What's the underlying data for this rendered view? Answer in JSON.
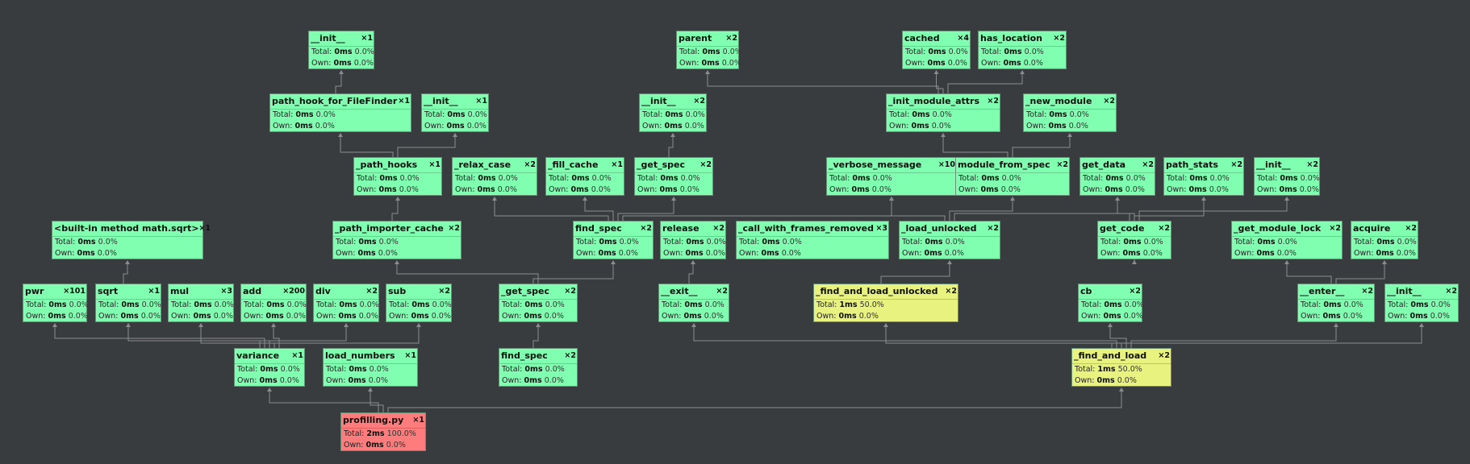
{
  "colors": {
    "background": "#393c3f",
    "node_default": "#80ffb0",
    "node_hot": "#e8f27e",
    "node_root": "#ff7c7c",
    "edge": "#8a8d90"
  },
  "nodes": [
    {
      "id": "init_a",
      "name": "__init__",
      "count": "&times;1",
      "total": "0ms",
      "total_pct": "0.0%",
      "own": "0ms",
      "own_pct": "0.0%",
      "color": "green"
    },
    {
      "id": "parent",
      "name": "parent",
      "count": "&times;2",
      "total": "0ms",
      "total_pct": "0.0%",
      "own": "0ms",
      "own_pct": "0.0%",
      "color": "green"
    },
    {
      "id": "cached",
      "name": "cached",
      "count": "&times;4",
      "total": "0ms",
      "total_pct": "0.0%",
      "own": "0ms",
      "own_pct": "0.0%",
      "color": "green"
    },
    {
      "id": "has_location",
      "name": "has_location",
      "count": "&times;2",
      "total": "0ms",
      "total_pct": "0.0%",
      "own": "0ms",
      "own_pct": "0.0%",
      "color": "green"
    },
    {
      "id": "path_hook",
      "name": "path_hook_for_FileFinder",
      "count": "&times;1",
      "total": "0ms",
      "total_pct": "0.0%",
      "own": "0ms",
      "own_pct": "0.0%",
      "color": "green"
    },
    {
      "id": "init_b",
      "name": "__init__",
      "count": "&times;1",
      "total": "0ms",
      "total_pct": "0.0%",
      "own": "0ms",
      "own_pct": "0.0%",
      "color": "green"
    },
    {
      "id": "init_c",
      "name": "__init__",
      "count": "&times;2",
      "total": "0ms",
      "total_pct": "0.0%",
      "own": "0ms",
      "own_pct": "0.0%",
      "color": "green"
    },
    {
      "id": "init_module_attrs",
      "name": "_init_module_attrs",
      "count": "&times;2",
      "total": "0ms",
      "total_pct": "0.0%",
      "own": "0ms",
      "own_pct": "0.0%",
      "color": "green"
    },
    {
      "id": "new_module",
      "name": "_new_module",
      "count": "&times;2",
      "total": "0ms",
      "total_pct": "0.0%",
      "own": "0ms",
      "own_pct": "0.0%",
      "color": "green"
    },
    {
      "id": "path_hooks",
      "name": "_path_hooks",
      "count": "&times;1",
      "total": "0ms",
      "total_pct": "0.0%",
      "own": "0ms",
      "own_pct": "0.0%",
      "color": "green"
    },
    {
      "id": "relax_case",
      "name": "_relax_case",
      "count": "&times;2",
      "total": "0ms",
      "total_pct": "0.0%",
      "own": "0ms",
      "own_pct": "0.0%",
      "color": "green"
    },
    {
      "id": "fill_cache",
      "name": "_fill_cache",
      "count": "&times;1",
      "total": "0ms",
      "total_pct": "0.0%",
      "own": "0ms",
      "own_pct": "0.0%",
      "color": "green"
    },
    {
      "id": "get_spec_a",
      "name": "_get_spec",
      "count": "&times;2",
      "total": "0ms",
      "total_pct": "0.0%",
      "own": "0ms",
      "own_pct": "0.0%",
      "color": "green"
    },
    {
      "id": "verbose_message",
      "name": "_verbose_message",
      "count": "&times;10",
      "total": "0ms",
      "total_pct": "0.0%",
      "own": "0ms",
      "own_pct": "0.0%",
      "color": "green"
    },
    {
      "id": "module_from_spec",
      "name": "module_from_spec",
      "count": "&times;2",
      "total": "0ms",
      "total_pct": "0.0%",
      "own": "0ms",
      "own_pct": "0.0%",
      "color": "green"
    },
    {
      "id": "get_data",
      "name": "get_data",
      "count": "&times;2",
      "total": "0ms",
      "total_pct": "0.0%",
      "own": "0ms",
      "own_pct": "0.0%",
      "color": "green"
    },
    {
      "id": "path_stats",
      "name": "path_stats",
      "count": "&times;2",
      "total": "0ms",
      "total_pct": "0.0%",
      "own": "0ms",
      "own_pct": "0.0%",
      "color": "green"
    },
    {
      "id": "init_d",
      "name": "__init__",
      "count": "&times;2",
      "total": "0ms",
      "total_pct": "0.0%",
      "own": "0ms",
      "own_pct": "0.0%",
      "color": "green"
    },
    {
      "id": "math_sqrt",
      "name": "<built-in method math.sqrt>",
      "count": "&times;1",
      "total": "0ms",
      "total_pct": "0.0%",
      "own": "0ms",
      "own_pct": "0.0%",
      "color": "green"
    },
    {
      "id": "path_importer_cache",
      "name": "_path_importer_cache",
      "count": "&times;2",
      "total": "0ms",
      "total_pct": "0.0%",
      "own": "0ms",
      "own_pct": "0.0%",
      "color": "green"
    },
    {
      "id": "find_spec_a",
      "name": "find_spec",
      "count": "&times;2",
      "total": "0ms",
      "total_pct": "0.0%",
      "own": "0ms",
      "own_pct": "0.0%",
      "color": "green"
    },
    {
      "id": "release",
      "name": "release",
      "count": "&times;2",
      "total": "0ms",
      "total_pct": "0.0%",
      "own": "0ms",
      "own_pct": "0.0%",
      "color": "green"
    },
    {
      "id": "call_with_frames",
      "name": "_call_with_frames_removed",
      "count": "&times;3",
      "total": "0ms",
      "total_pct": "0.0%",
      "own": "0ms",
      "own_pct": "0.0%",
      "color": "green"
    },
    {
      "id": "load_unlocked",
      "name": "_load_unlocked",
      "count": "&times;2",
      "total": "0ms",
      "total_pct": "0.0%",
      "own": "0ms",
      "own_pct": "0.0%",
      "color": "green"
    },
    {
      "id": "get_code",
      "name": "get_code",
      "count": "&times;2",
      "total": "0ms",
      "total_pct": "0.0%",
      "own": "0ms",
      "own_pct": "0.0%",
      "color": "green"
    },
    {
      "id": "get_module_lock",
      "name": "_get_module_lock",
      "count": "&times;2",
      "total": "0ms",
      "total_pct": "0.0%",
      "own": "0ms",
      "own_pct": "0.0%",
      "color": "green"
    },
    {
      "id": "acquire",
      "name": "acquire",
      "count": "&times;2",
      "total": "0ms",
      "total_pct": "0.0%",
      "own": "0ms",
      "own_pct": "0.0%",
      "color": "green"
    },
    {
      "id": "pwr",
      "name": "pwr",
      "count": "&times;101",
      "total": "0ms",
      "total_pct": "0.0%",
      "own": "0ms",
      "own_pct": "0.0%",
      "color": "green"
    },
    {
      "id": "sqrt",
      "name": "sqrt",
      "count": "&times;1",
      "total": "0ms",
      "total_pct": "0.0%",
      "own": "0ms",
      "own_pct": "0.0%",
      "color": "green"
    },
    {
      "id": "mul",
      "name": "mul",
      "count": "&times;3",
      "total": "0ms",
      "total_pct": "0.0%",
      "own": "0ms",
      "own_pct": "0.0%",
      "color": "green"
    },
    {
      "id": "add",
      "name": "add",
      "count": "&times;200",
      "total": "0ms",
      "total_pct": "0.0%",
      "own": "0ms",
      "own_pct": "0.0%",
      "color": "green"
    },
    {
      "id": "div",
      "name": "div",
      "count": "&times;2",
      "total": "0ms",
      "total_pct": "0.0%",
      "own": "0ms",
      "own_pct": "0.0%",
      "color": "green"
    },
    {
      "id": "sub",
      "name": "sub",
      "count": "&times;2",
      "total": "0ms",
      "total_pct": "0.0%",
      "own": "0ms",
      "own_pct": "0.0%",
      "color": "green"
    },
    {
      "id": "get_spec_b",
      "name": "_get_spec",
      "count": "&times;2",
      "total": "0ms",
      "total_pct": "0.0%",
      "own": "0ms",
      "own_pct": "0.0%",
      "color": "green"
    },
    {
      "id": "exit",
      "name": "__exit__",
      "count": "&times;2",
      "total": "0ms",
      "total_pct": "0.0%",
      "own": "0ms",
      "own_pct": "0.0%",
      "color": "green"
    },
    {
      "id": "find_and_load_unlocked",
      "name": "_find_and_load_unlocked",
      "count": "&times;2",
      "total": "1ms",
      "total_pct": "50.0%",
      "own": "0ms",
      "own_pct": "0.0%",
      "color": "yellow"
    },
    {
      "id": "cb",
      "name": "cb",
      "count": "&times;2",
      "total": "0ms",
      "total_pct": "0.0%",
      "own": "0ms",
      "own_pct": "0.0%",
      "color": "green"
    },
    {
      "id": "enter",
      "name": "__enter__",
      "count": "&times;2",
      "total": "0ms",
      "total_pct": "0.0%",
      "own": "0ms",
      "own_pct": "0.0%",
      "color": "green"
    },
    {
      "id": "init_e",
      "name": "__init__",
      "count": "&times;2",
      "total": "0ms",
      "total_pct": "0.0%",
      "own": "0ms",
      "own_pct": "0.0%",
      "color": "green"
    },
    {
      "id": "variance",
      "name": "variance",
      "count": "&times;1",
      "total": "0ms",
      "total_pct": "0.0%",
      "own": "0ms",
      "own_pct": "0.0%",
      "color": "green"
    },
    {
      "id": "load_numbers",
      "name": "load_numbers",
      "count": "&times;1",
      "total": "0ms",
      "total_pct": "0.0%",
      "own": "0ms",
      "own_pct": "0.0%",
      "color": "green"
    },
    {
      "id": "find_spec_b",
      "name": "find_spec",
      "count": "&times;2",
      "total": "0ms",
      "total_pct": "0.0%",
      "own": "0ms",
      "own_pct": "0.0%",
      "color": "green"
    },
    {
      "id": "find_and_load",
      "name": "_find_and_load",
      "count": "&times;2",
      "total": "1ms",
      "total_pct": "50.0%",
      "own": "0ms",
      "own_pct": "0.0%",
      "color": "yellow"
    },
    {
      "id": "root",
      "name": "profilling.py",
      "count": "&times;1",
      "total": "2ms",
      "total_pct": "100.0%",
      "own": "0ms",
      "own_pct": "0.0%",
      "color": "red"
    }
  ],
  "labels": {
    "total": "Total:",
    "own": "Own:"
  },
  "edges": [
    [
      "root",
      "variance"
    ],
    [
      "root",
      "load_numbers"
    ],
    [
      "root",
      "find_and_load"
    ],
    [
      "variance",
      "pwr"
    ],
    [
      "variance",
      "sqrt"
    ],
    [
      "variance",
      "mul"
    ],
    [
      "variance",
      "add"
    ],
    [
      "variance",
      "div"
    ],
    [
      "variance",
      "sub"
    ],
    [
      "sqrt",
      "math_sqrt"
    ],
    [
      "find_spec_b",
      "get_spec_b"
    ],
    [
      "get_spec_b",
      "find_spec_a"
    ],
    [
      "get_spec_b",
      "path_importer_cache"
    ],
    [
      "path_importer_cache",
      "path_hooks"
    ],
    [
      "path_hooks",
      "path_hook"
    ],
    [
      "path_hooks",
      "init_b"
    ],
    [
      "path_hook",
      "init_a"
    ],
    [
      "find_spec_a",
      "relax_case"
    ],
    [
      "find_spec_a",
      "fill_cache"
    ],
    [
      "find_spec_a",
      "get_spec_a"
    ],
    [
      "find_spec_a",
      "verbose_message"
    ],
    [
      "get_spec_a",
      "init_c"
    ],
    [
      "find_and_load",
      "exit"
    ],
    [
      "find_and_load",
      "find_and_load_unlocked"
    ],
    [
      "find_and_load",
      "cb"
    ],
    [
      "find_and_load",
      "enter"
    ],
    [
      "find_and_load",
      "init_e"
    ],
    [
      "exit",
      "release"
    ],
    [
      "find_and_load_unlocked",
      "load_unlocked"
    ],
    [
      "load_unlocked",
      "verbose_message"
    ],
    [
      "load_unlocked",
      "module_from_spec"
    ],
    [
      "load_unlocked",
      "get_code"
    ],
    [
      "module_from_spec",
      "init_module_attrs"
    ],
    [
      "module_from_spec",
      "new_module"
    ],
    [
      "init_module_attrs",
      "parent"
    ],
    [
      "init_module_attrs",
      "cached"
    ],
    [
      "init_module_attrs",
      "has_location"
    ],
    [
      "get_code",
      "get_data"
    ],
    [
      "get_code",
      "path_stats"
    ],
    [
      "get_code",
      "init_d"
    ],
    [
      "enter",
      "get_module_lock"
    ],
    [
      "enter",
      "acquire"
    ]
  ]
}
